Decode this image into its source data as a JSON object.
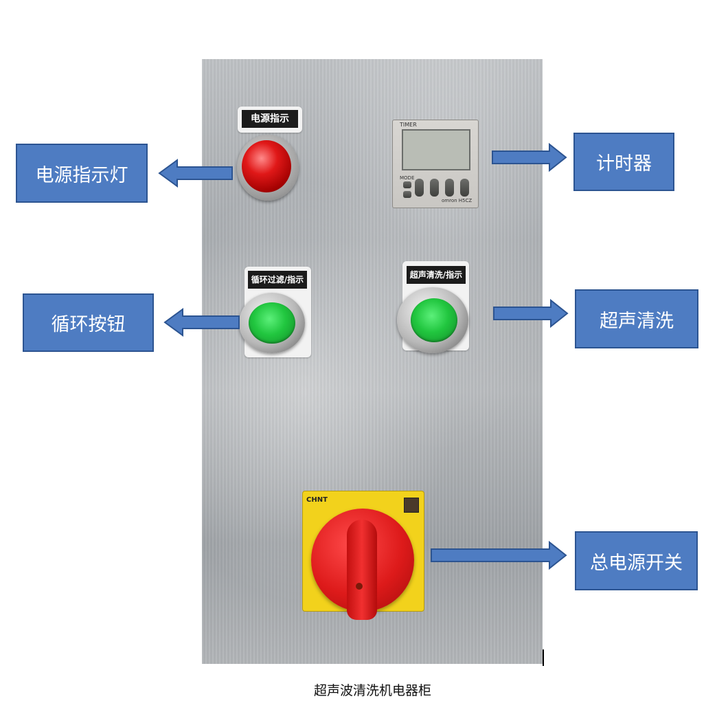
{
  "panel": {
    "labels": {
      "power_indicator": "电源指示",
      "cycle_filter": "循环过滤/指示",
      "ultrasonic_clean": "超声清洗/指示"
    },
    "timer": {
      "title": "TIMER",
      "mode": "MODE",
      "brand": "omron H5CZ"
    },
    "switch": {
      "brand": "CHNT"
    }
  },
  "callouts": {
    "power_lamp": "电源指示灯",
    "timer": "计时器",
    "cycle_button": "循环按钮",
    "ultrasonic": "超声清洗",
    "main_switch": "总电源开关"
  },
  "caption": "超声波清洗机电器柜",
  "colors": {
    "callout_fill": "#4e7cc2",
    "callout_border": "#2c5491",
    "lamp_red": "#e01818",
    "button_green": "#21c63f",
    "switch_yellow": "#f2d21c",
    "switch_red": "#dd1a1a"
  }
}
